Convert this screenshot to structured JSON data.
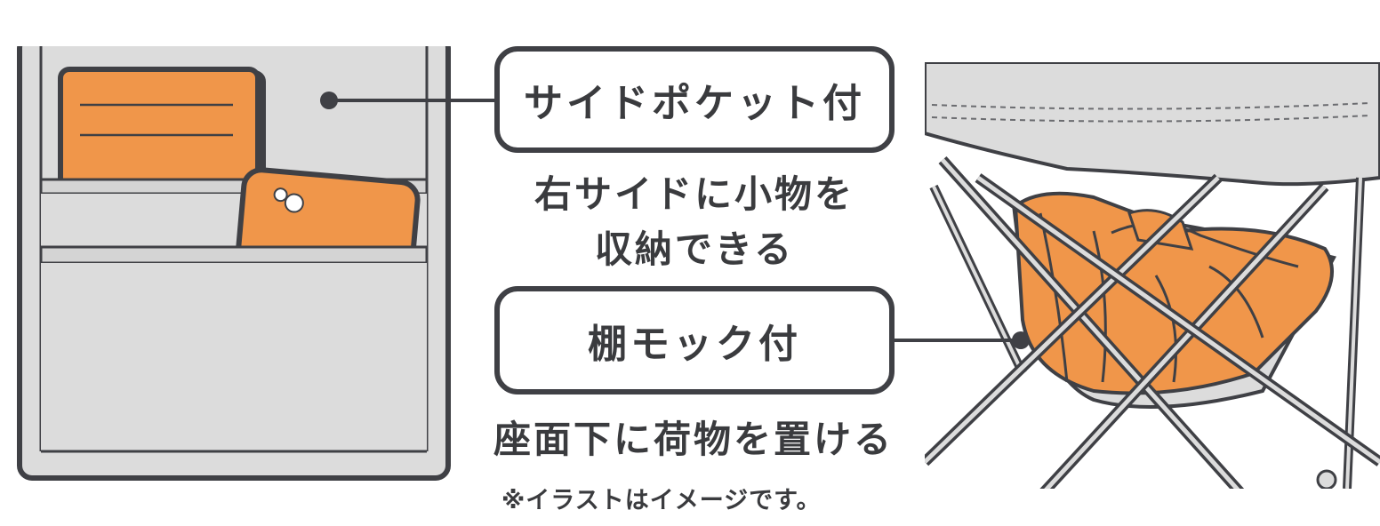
{
  "callouts": {
    "side_pocket": {
      "label": "サイドポケット付",
      "description_line1": "右サイドに小物を",
      "description_line2": "収納できる"
    },
    "hammock": {
      "label": "棚モック付",
      "description": "座面下に荷物を置ける"
    }
  },
  "note": "※イラストはイメージです。",
  "colors": {
    "outline": "#3f4045",
    "fabric": "#dcdcdc",
    "accent_orange": "#f0964a",
    "background": "#ffffff"
  }
}
